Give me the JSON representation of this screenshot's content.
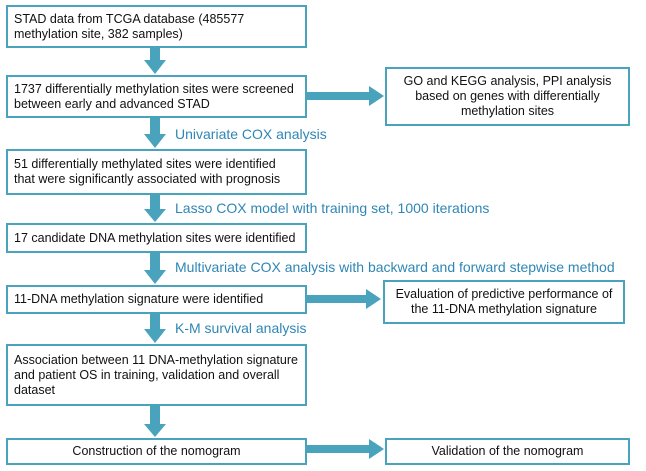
{
  "boxes": {
    "b1": "STAD data from TCGA database (485577 methylation site, 382 samples)",
    "b2": "1737 differentially methylation sites were screened between early and advanced STAD",
    "b3": "GO and KEGG analysis, PPI analysis based on genes with differentially methylation sites",
    "b4": "51 differentially methylated sites were identified that were significantly associated with prognosis",
    "b5": "17 candidate DNA methylation sites were identified",
    "b6": "11-DNA methylation signature were identified",
    "b7": "Evaluation of predictive performance of the 11-DNA methylation signature",
    "b8": "Association between 11 DNA-methylation signature and patient OS in training, validation and overall dataset",
    "b9": "Construction of the nomogram",
    "b10": "Validation of the nomogram"
  },
  "steps": {
    "s1": "Univariate COX analysis",
    "s2": "Lasso COX model with training set, 1000 iterations",
    "s3": "Multivariate COX analysis with backward and forward stepwise method",
    "s4": "K-M survival analysis"
  },
  "colors": {
    "box_border": "#4aa3bc",
    "arrow": "#4aa3bc",
    "step_text": "#2f86b5"
  }
}
